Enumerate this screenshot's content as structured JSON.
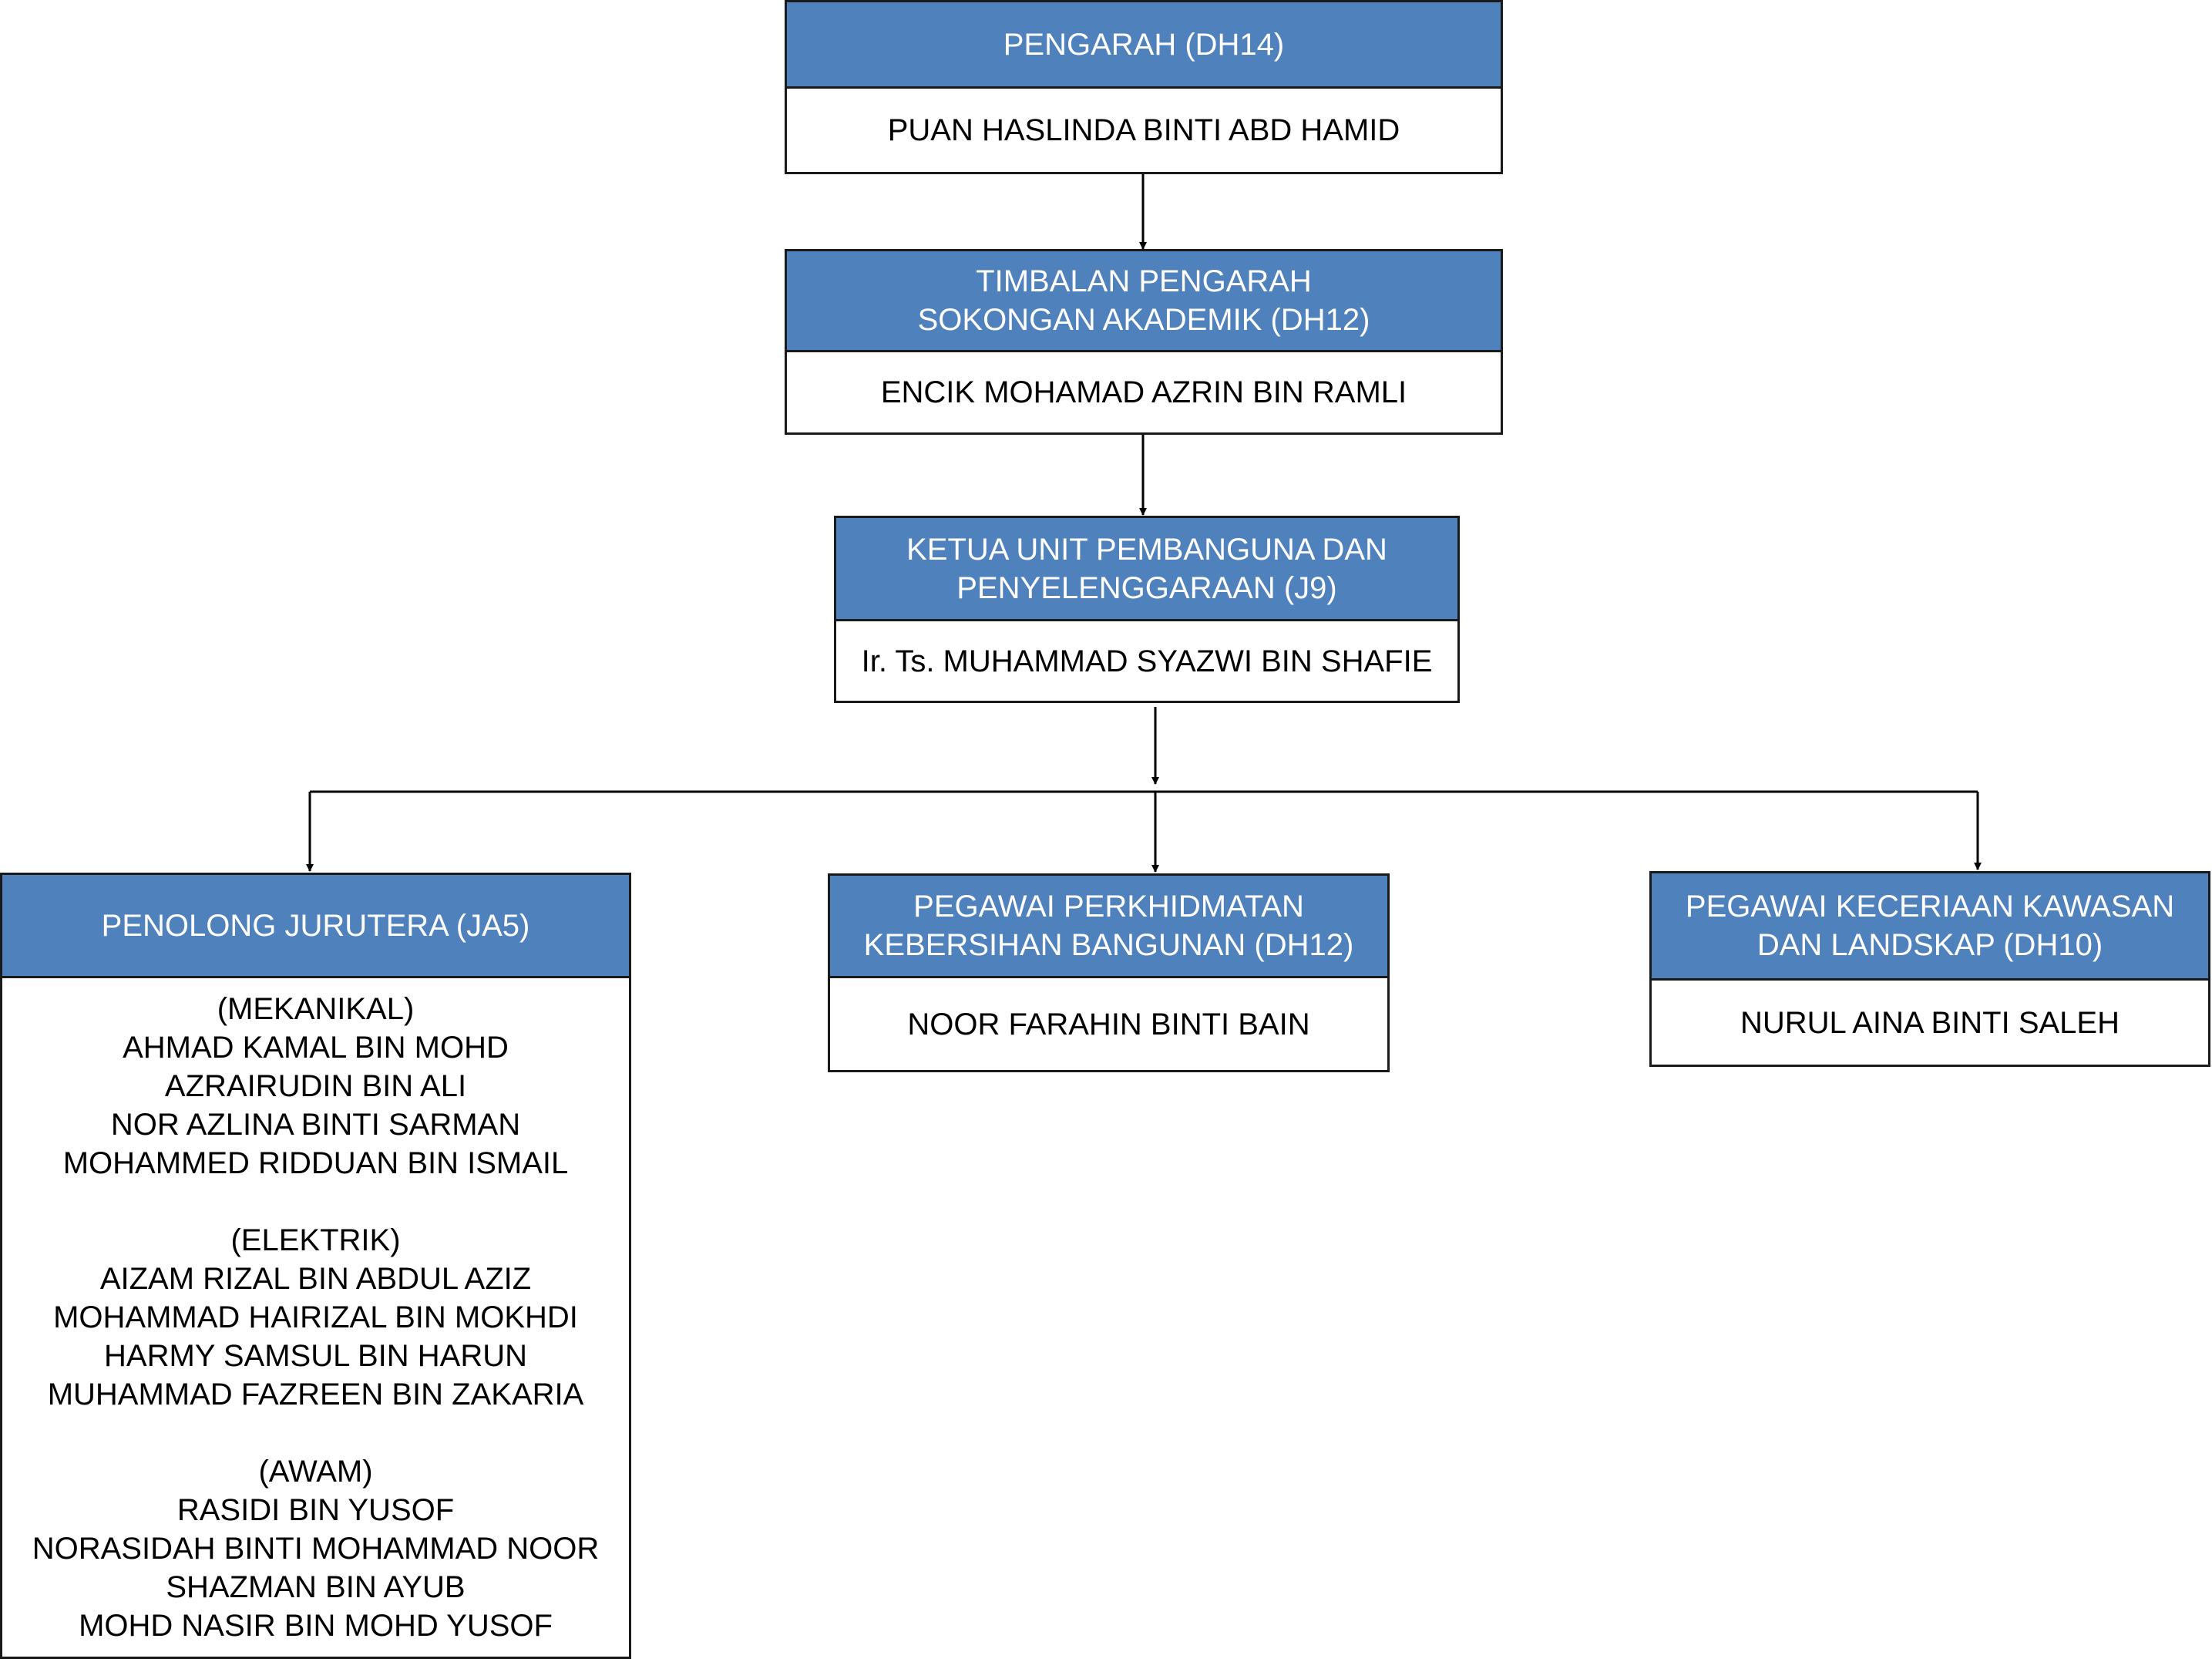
{
  "colors": {
    "header_fill": "#4f81bd",
    "header_text": "#ffffff",
    "border": "#1a1a1a",
    "connector": "#000000"
  },
  "director": {
    "title": "PENGARAH (DH14)",
    "name": "PUAN HASLINDA BINTI ABD HAMID"
  },
  "deputy": {
    "title_lines": [
      "TIMBALAN PENGARAH",
      "SOKONGAN AKADEMIK (DH12)"
    ],
    "name": "ENCIK MOHAMAD AZRIN BIN RAMLI"
  },
  "unit_head": {
    "title_lines": [
      "KETUA UNIT PEMBANGUNA DAN",
      "PENYELENGGARAAN (J9)"
    ],
    "name": "Ir. Ts. MUHAMMAD SYAZWI BIN SHAFIE"
  },
  "assistant_engineer": {
    "title": "PENOLONG JURUTERA (JA5)",
    "groups": [
      {
        "label": "(MEKANIKAL)",
        "members": [
          "AHMAD KAMAL BIN MOHD",
          "AZRAIRUDIN BIN ALI",
          "NOR AZLINA BINTI SARMAN",
          "MOHAMMED RIDDUAN BIN ISMAIL"
        ]
      },
      {
        "label": "(ELEKTRIK)",
        "members": [
          "AIZAM RIZAL BIN ABDUL AZIZ",
          "MOHAMMAD HAIRIZAL BIN MOKHDI",
          "HARMY SAMSUL BIN HARUN",
          "MUHAMMAD FAZREEN BIN ZAKARIA"
        ]
      },
      {
        "label": "(AWAM)",
        "members": [
          "RASIDI BIN YUSOF",
          "NORASIDAH BINTI MOHAMMAD NOOR",
          "SHAZMAN BIN AYUB",
          "MOHD NASIR BIN MOHD YUSOF"
        ]
      }
    ]
  },
  "cleaning_officer": {
    "title_lines": [
      "PEGAWAI PERKHIDMATAN",
      "KEBERSIHAN BANGUNAN (DH12)"
    ],
    "name": "NOOR FARAHIN BINTI BAIN"
  },
  "landscape_officer": {
    "title_lines": [
      "PEGAWAI KECERIAAN KAWASAN",
      "DAN LANDSKAP (DH10)"
    ],
    "name": "NURUL AINA BINTI SALEH"
  }
}
